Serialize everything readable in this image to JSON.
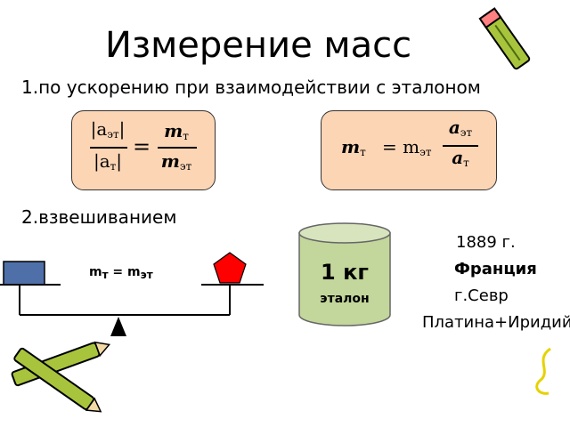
{
  "title": "Измерение масс",
  "method1": {
    "label": "1.по ускорению при взаимодействии с эталоном",
    "formula1": {
      "num_left": "|a",
      "num_left_sub": "эт",
      "den_left": "|a",
      "den_left_sub": "т",
      "eq": "=",
      "num_right": "m",
      "num_right_sub": "т",
      "den_right": "m",
      "den_right_sub": "эт"
    },
    "formula2": {
      "m": "m",
      "m_sub": "т",
      "eq": "= m",
      "eq_sub": "эт",
      "num": "a",
      "num_sub": "эт",
      "den": "a",
      "den_sub": "т"
    }
  },
  "method2": {
    "label": "2.взвешиванием",
    "equation": "m",
    "equation_sub1": "т",
    "equation_mid": " = m",
    "equation_sub2": "эт"
  },
  "standard": {
    "mass": "1 кг",
    "caption": "эталон",
    "fill": "#c3d69b"
  },
  "info": {
    "year": "1889 г.",
    "country": "Франция",
    "city": "г.Севр",
    "material": "Платина+Иридий"
  },
  "colors": {
    "box_fill": "#fcd5b5",
    "block": "#4f6fa8",
    "pentagon": "#ff0000",
    "pencil": "#a8c43c"
  }
}
